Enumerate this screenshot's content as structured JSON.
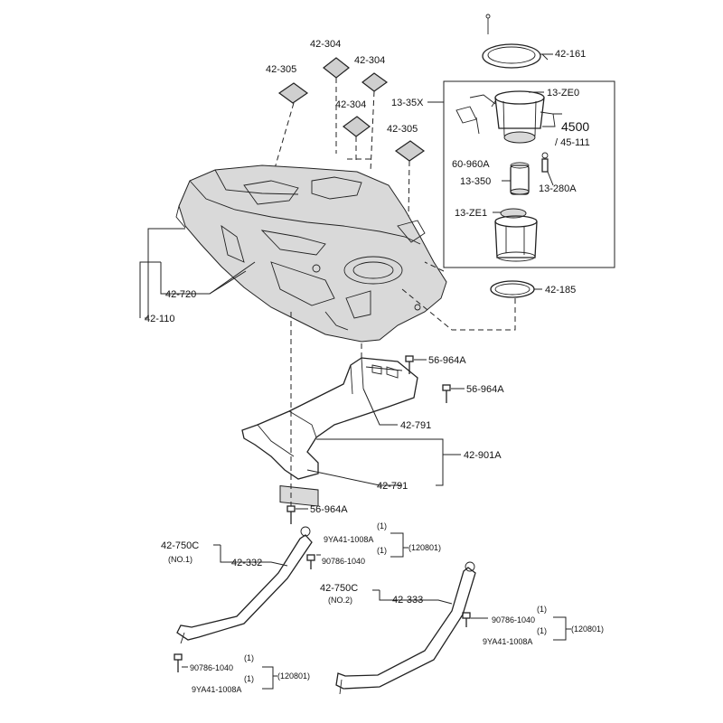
{
  "labels": {
    "l42304a": "42-304",
    "l42305a": "42-305",
    "l42304b": "42-304",
    "l42304c": "42-304",
    "l42305b": "42-305",
    "l42161": "42-161",
    "l1335x": "13-35X",
    "l13ze0": "13-ZE0",
    "l4500": "4500",
    "l45111": "/ 45-111",
    "l60960a": "60-960A",
    "l13350": "13-350",
    "l13280a": "13-280A",
    "l13ze1": "13-ZE1",
    "l42185": "42-185",
    "l42720": "42-720",
    "l42110": "42-110",
    "l56964a1": "56-964A",
    "l56964a2": "56-964A",
    "l42791a": "42-791",
    "l42901a": "42-901A",
    "l42791b": "42-791",
    "l56964a3": "56-964A",
    "l42750c1": "42-750C",
    "lno1": "(NO.1)",
    "l42332": "42-332",
    "lq1a": "(1)",
    "l9ya41a": "9YA41-1008A",
    "lq1b": "(1)",
    "l90786a": "90786-1040",
    "l120801a": "(120801)",
    "l42750c2": "42-750C",
    "lno2": "(NO.2)",
    "l42333": "42-333",
    "lq1c": "(1)",
    "l90786b": "90786-1040",
    "lq1d": "(1)",
    "l9ya41b": "9YA41-1008A",
    "l120801b": "(120801)",
    "lq1e": "(1)",
    "l90786c": "90786-1040",
    "lq1f": "(1)",
    "l9ya41c": "9YA41-1008A",
    "l120801c": "(120801)"
  }
}
